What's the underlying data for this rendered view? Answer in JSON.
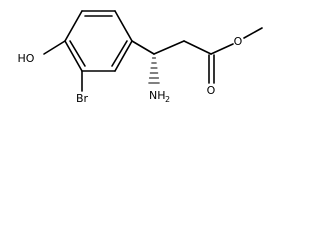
{
  "structure": {
    "atoms": {
      "hydroxyl": "HO",
      "bromine": "Br",
      "amine_main": "NH",
      "amine_sub": "2",
      "ester_oxygen_single": "O",
      "ester_oxygen_double": "O"
    },
    "stereo_bond": "hashed-wedge",
    "ring": "benzene"
  }
}
